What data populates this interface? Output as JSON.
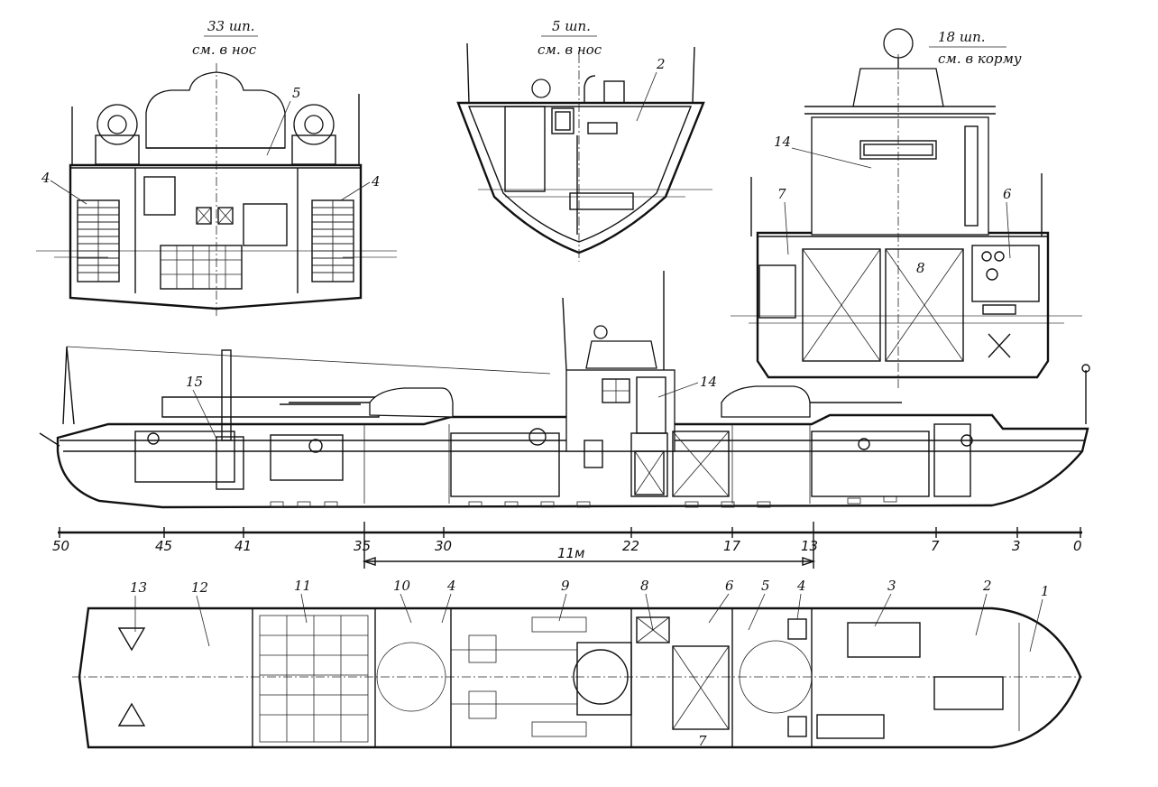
{
  "views": {
    "section_33": {
      "line1": "33 шп.",
      "line2": "см. в нос"
    },
    "section_5": {
      "line1": "5 шп.",
      "line2": "см. в нос"
    },
    "section_18": {
      "line1": "18 шп.",
      "line2": "см. в корму"
    }
  },
  "callouts": {
    "s33_left": "4",
    "s33_top": "5",
    "s33_right": "4",
    "s5_top": "2",
    "s18_14": "14",
    "s18_7": "7",
    "s18_8": "8",
    "s18_6": "6",
    "side_15": "15",
    "side_14": "14",
    "plan": [
      "13",
      "12",
      "11",
      "10",
      "4",
      "9",
      "8",
      "6",
      "5",
      "4",
      "3",
      "2",
      "1",
      "7"
    ]
  },
  "frame_scale": {
    "labels": [
      "50",
      "45",
      "41",
      "35",
      "30",
      "22",
      "17",
      "13",
      "7",
      "3",
      "0"
    ],
    "dimension": "11м"
  },
  "colors": {
    "ink": "#111111",
    "paper": "#ffffff"
  }
}
